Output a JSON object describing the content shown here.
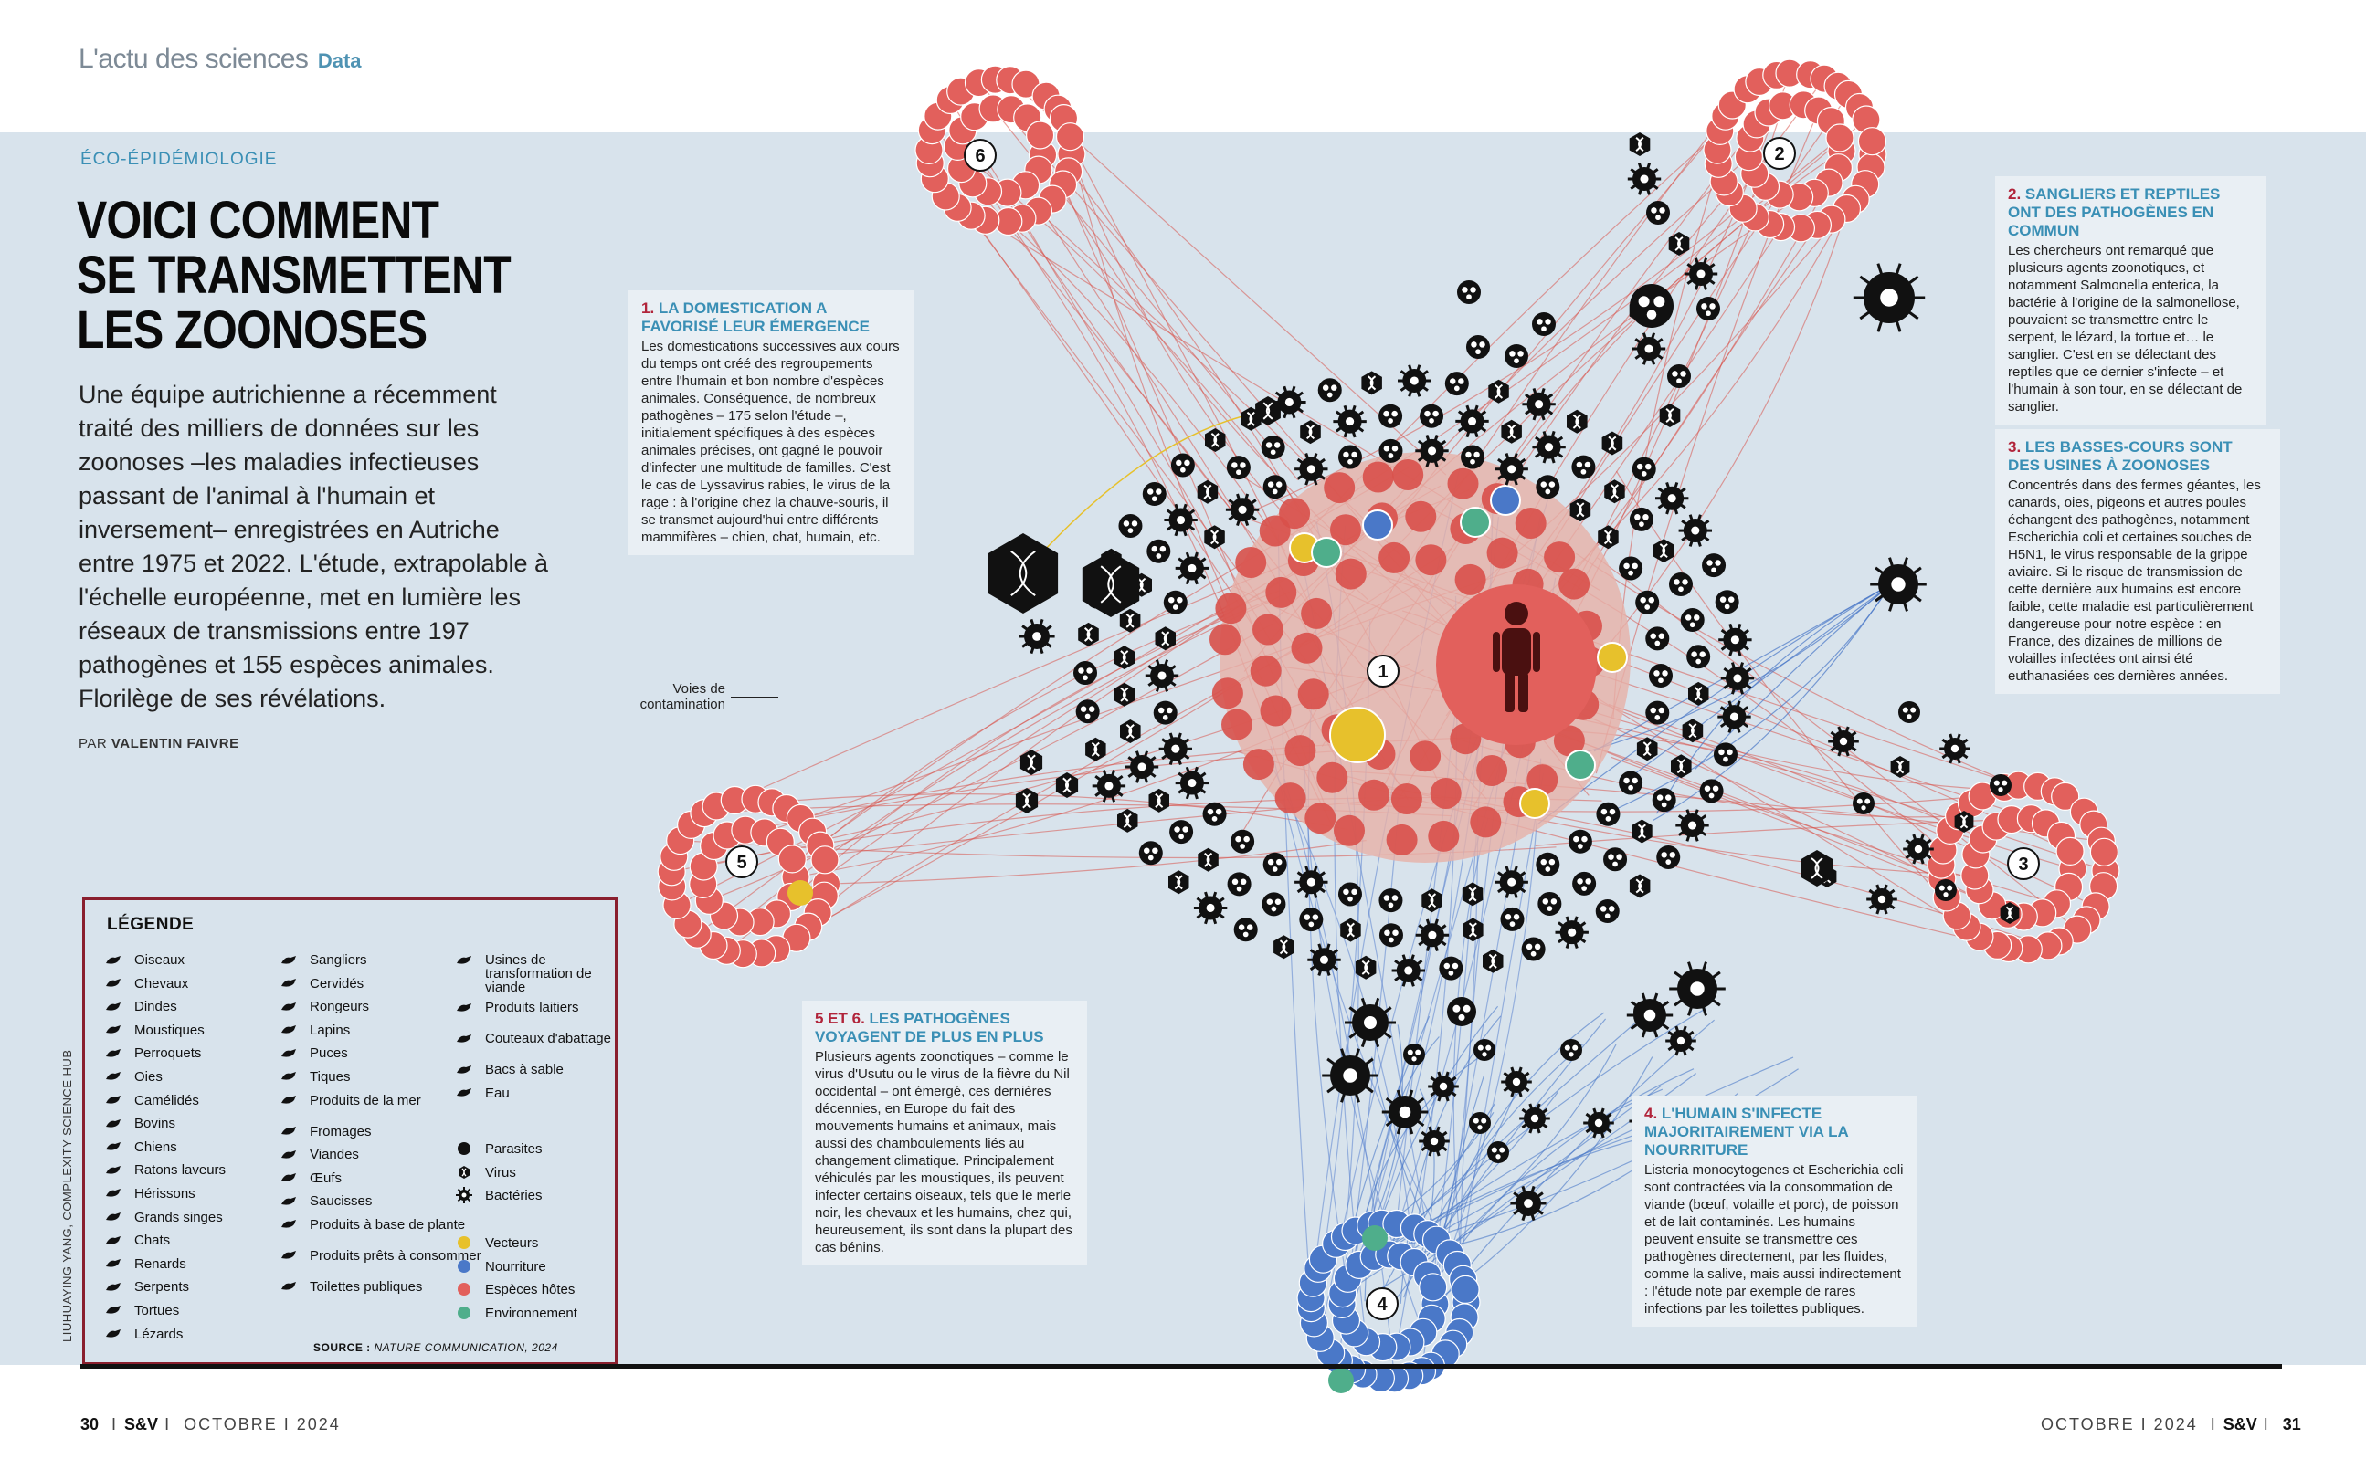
{
  "header": {
    "section": "L'actu des sciences",
    "tag": "Data"
  },
  "kicker": "ÉCO-ÉPIDÉMIOLOGIE",
  "headline": [
    "VOICI COMMENT",
    "SE TRANSMETTENT",
    "LES ZOONOSES"
  ],
  "intro": "Une équipe autrichienne a récemment traité des milliers de données sur les zoonoses –les maladies infectieuses passant de l'animal à l'humain et inversement– enregistrées en Autriche entre 1975 et 2022. L'étude, extrapolable à l'échelle européenne, met en lumière les réseaux de transmissions entre 197 pathogènes et 155 espèces animales. Florilège de ses révélations.",
  "byline": {
    "prefix": "PAR",
    "author": "VALENTIN FAIVRE"
  },
  "boxes": {
    "b1": {
      "num": "1.",
      "title": "LA DOMESTICATION A FAVORISÉ LEUR ÉMERGENCE",
      "body": "Les domestications successives aux cours du temps ont créé des regroupements entre l'humain et bon nombre d'espèces animales. Conséquence, de nombreux pathogènes – 175 selon l'étude –, initialement spécifiques à des espèces animales précises, ont gagné le pouvoir d'infecter une multitude de familles. C'est le cas de Lyssavirus rabies, le virus de la rage : à l'origine chez la chauve-souris, il se transmet aujourd'hui entre différents mammifères – chien, chat, humain, etc."
    },
    "b2": {
      "num": "2.",
      "title": "SANGLIERS ET REPTILES ONT DES PATHOGÈNES EN COMMUN",
      "body": "Les chercheurs ont remarqué que plusieurs agents zoonotiques, et notamment Salmonella enterica, la bactérie à l'origine de la salmonellose, pouvaient se transmettre entre le serpent, le lézard, la tortue et… le sanglier. C'est en se délectant des reptiles que ce dernier s'infecte – et l'humain à son tour, en se délectant de sanglier."
    },
    "b3": {
      "num": "3.",
      "title": "LES BASSES-COURS SONT DES USINES À ZOONOSES",
      "body": "Concentrés dans des fermes géantes, les canards, oies, pigeons et autres poules échangent des pathogènes, notamment Escherichia coli et certaines souches de H5N1, le virus responsable de la grippe aviaire. Si le risque de transmission de cette dernière aux humains est encore faible, cette maladie est particulièrement dangereuse pour notre espèce : en France, des dizaines de millions de volailles infectées ont ainsi été euthanasiées ces dernières années."
    },
    "b4": {
      "num": "4.",
      "title": "L'HUMAIN S'INFECTE MAJORITAIREMENT VIA LA NOURRITURE",
      "body": "Listeria monocytogenes et Escherichia coli sont contractées via la consommation de viande (bœuf, volaille et porc), de poisson et de lait contaminés. Les humains peuvent ensuite se transmettre ces pathogènes directement, par les fluides, comme la salive, mais aussi indirectement : l'étude note par exemple de rares infections par les toilettes publiques."
    },
    "b56": {
      "num": "5 ET 6.",
      "title": "LES PATHOGÈNES VOYAGENT DE PLUS EN PLUS",
      "body": "Plusieurs agents zoonotiques – comme le virus d'Usutu ou le virus de la fièvre du Nil occidental – ont émergé, ces dernières décennies, en Europe du fait des mouvements humains et animaux, mais aussi des chamboulements liés au changement climatique. Principalement véhiculés par les moustiques, ils peuvent infecter certains oiseaux, tels que le merle noir, les chevaux et les humains, chez qui, heureusement, ils sont dans la plupart des cas bénins."
    }
  },
  "callout": "Voies de contamination",
  "cluster_labels": [
    "1",
    "2",
    "3",
    "4",
    "5",
    "6"
  ],
  "legend": {
    "title": "LÉGENDE",
    "col1": [
      "Oiseaux",
      "Chevaux",
      "Dindes",
      "Moustiques",
      "Perroquets",
      "Oies",
      "Camélidés",
      "Bovins",
      "Chiens",
      "Ratons laveurs",
      "Hérissons",
      "Grands singes",
      "Chats",
      "Renards",
      "Serpents",
      "Tortues",
      "Lézards"
    ],
    "col2": [
      "Sangliers",
      "Cervidés",
      "Rongeurs",
      "Lapins",
      "Puces",
      "Tiques",
      "Produits de la mer",
      "Fromages",
      "Viandes",
      "Œufs",
      "Saucisses",
      "Produits à base de plante",
      "Produits prêts à consommer",
      "Toilettes publiques"
    ],
    "col3a": [
      "Usines de transformation de viande",
      "Produits laitiers",
      "Couteaux d'abattage",
      "Bacs à sable",
      "Eau"
    ],
    "col3b": [
      "Parasites",
      "Virus",
      "Bactéries"
    ],
    "col3c": [
      "Vecteurs",
      "Nourriture",
      "Espèces hôtes",
      "Environnement"
    ],
    "source_label": "SOURCE :",
    "source": "NATURE COMMUNICATION, 2024",
    "colors": {
      "vecteurs": "#e7c12c",
      "nourriture": "#4a78c8",
      "hotes": "#e2605c",
      "environnement": "#4fae8b"
    }
  },
  "credit": "LIUHUAYING YANG, COMPLEXITY SCIENCE HUB",
  "folio": {
    "left_page": "30",
    "left_brand": "S&V",
    "left_date": "OCTOBRE I 2024",
    "right_date": "OCTOBRE I 2024",
    "right_brand": "S&V",
    "right_page": "31"
  }
}
